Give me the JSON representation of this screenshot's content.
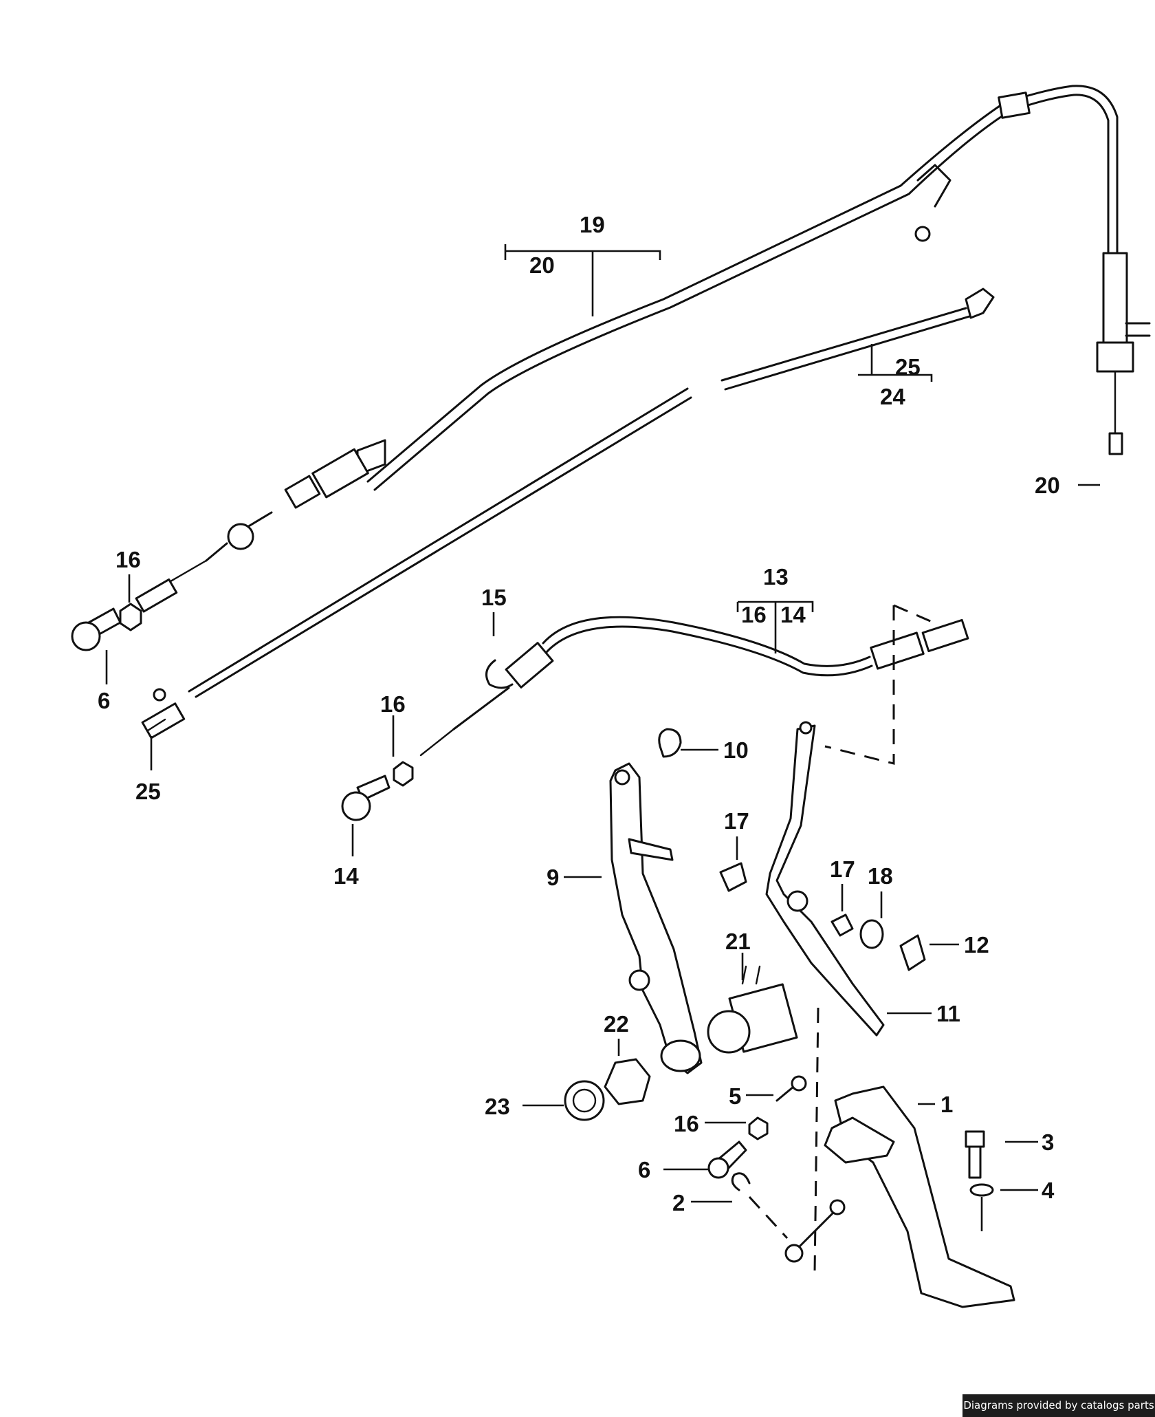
{
  "callouts": {
    "c1": "1",
    "c2": "2",
    "c3": "3",
    "c4": "4",
    "c5": "5",
    "c6a": "6",
    "c6b": "6",
    "c9": "9",
    "c10": "10",
    "c11": "11",
    "c12": "12",
    "c13": "13",
    "c14a": "14",
    "c14b": "14",
    "c15": "15",
    "c16a": "16",
    "c16b": "16",
    "c16c": "16",
    "c16d": "16",
    "c17a": "17",
    "c17b": "17",
    "c18": "18",
    "c19": "19",
    "c20a": "20",
    "c20b": "20",
    "c21": "21",
    "c22": "22",
    "c23": "23",
    "c24": "24",
    "c25a": "25",
    "c25b": "25"
  },
  "footer": {
    "credit": "Diagrams provided by catalogs parts"
  }
}
